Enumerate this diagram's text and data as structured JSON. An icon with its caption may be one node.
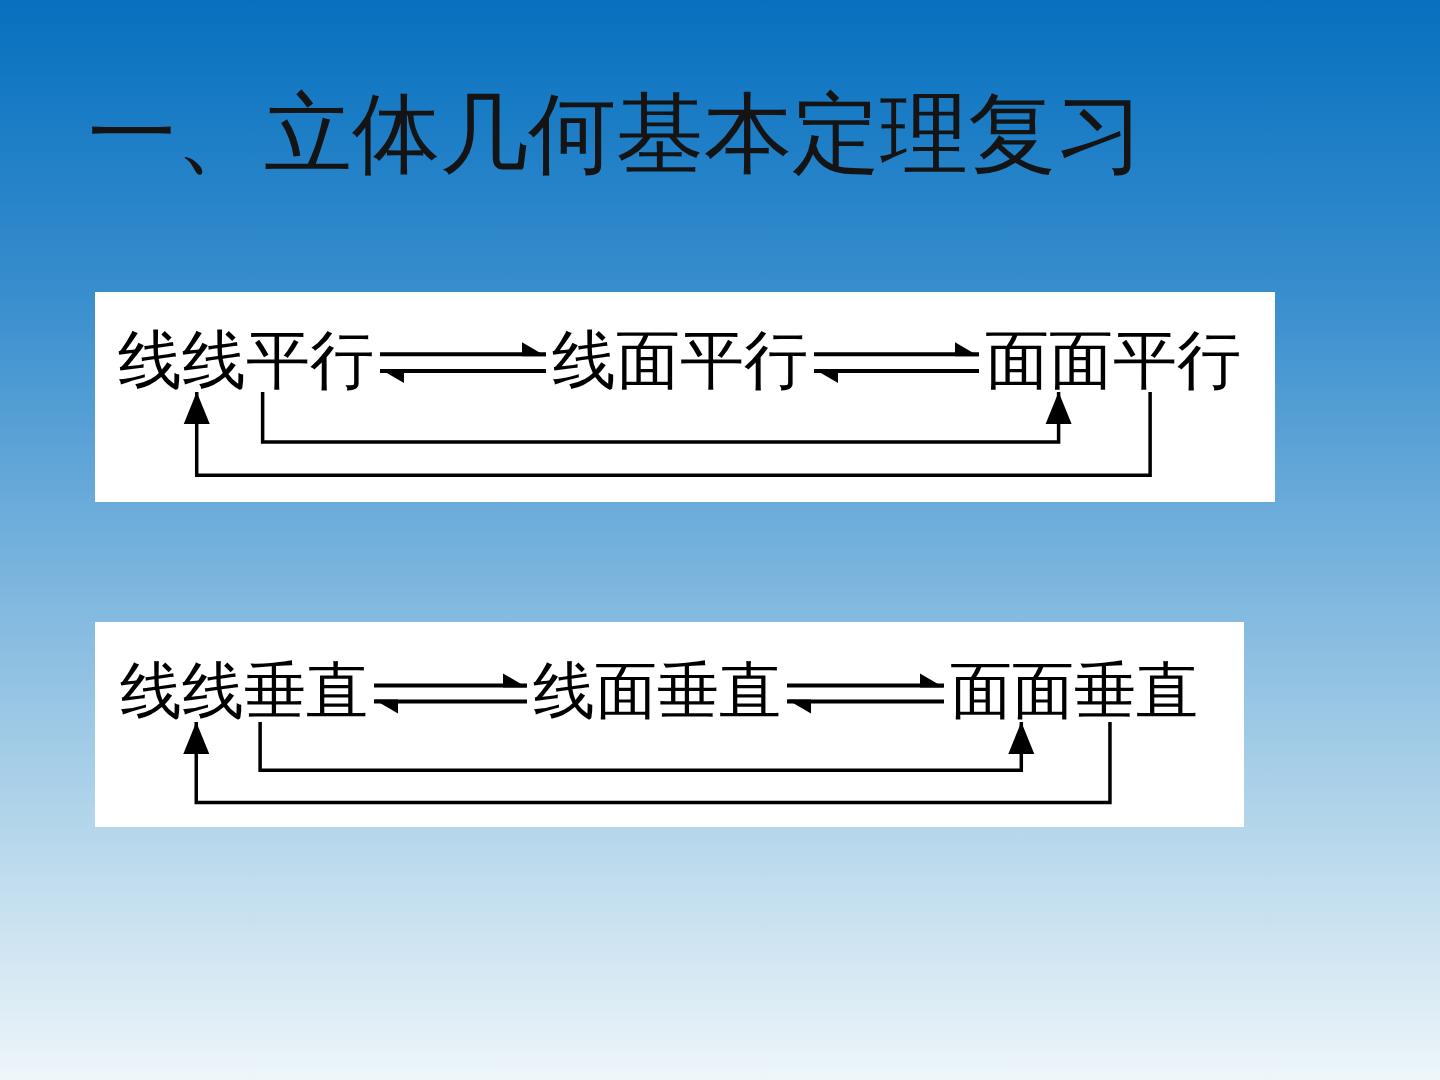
{
  "diagram": {
    "title": "一、立体几何基本定理复习",
    "nodes": [
      {
        "text": [],
        "shape": "box"
      },
      {
        "text": [
          "线线平行"
        ],
        "in": 0
      },
      {
        "text": [
          "线面平行"
        ],
        "in": 0
      },
      {
        "text": [
          "面面平行"
        ],
        "in": 0
      },
      {
        "text": [],
        "shape": "box"
      },
      {
        "text": [
          "线线垂直"
        ],
        "in": 4
      },
      {
        "text": [
          "线面垂直"
        ],
        "in": 4
      },
      {
        "text": [
          "面面垂直"
        ],
        "in": 4
      }
    ],
    "edges": [
      {
        "from": 1,
        "to": 2,
        "arrow": "to"
      },
      {
        "from": 2,
        "to": 1,
        "arrow": "to"
      },
      {
        "from": 2,
        "to": 3,
        "arrow": "to"
      },
      {
        "from": 3,
        "to": 2,
        "arrow": "to"
      },
      {
        "from": 1,
        "to": 3,
        "arrow": "to"
      },
      {
        "from": 3,
        "to": 1,
        "arrow": "to"
      },
      {
        "from": 5,
        "to": 6,
        "arrow": "to"
      },
      {
        "from": 6,
        "to": 5,
        "arrow": "to"
      },
      {
        "from": 6,
        "to": 7,
        "arrow": "to"
      },
      {
        "from": 7,
        "to": 6,
        "arrow": "to"
      },
      {
        "from": 5,
        "to": 7,
        "arrow": "to"
      },
      {
        "from": 7,
        "to": 5,
        "arrow": "to"
      }
    ]
  }
}
